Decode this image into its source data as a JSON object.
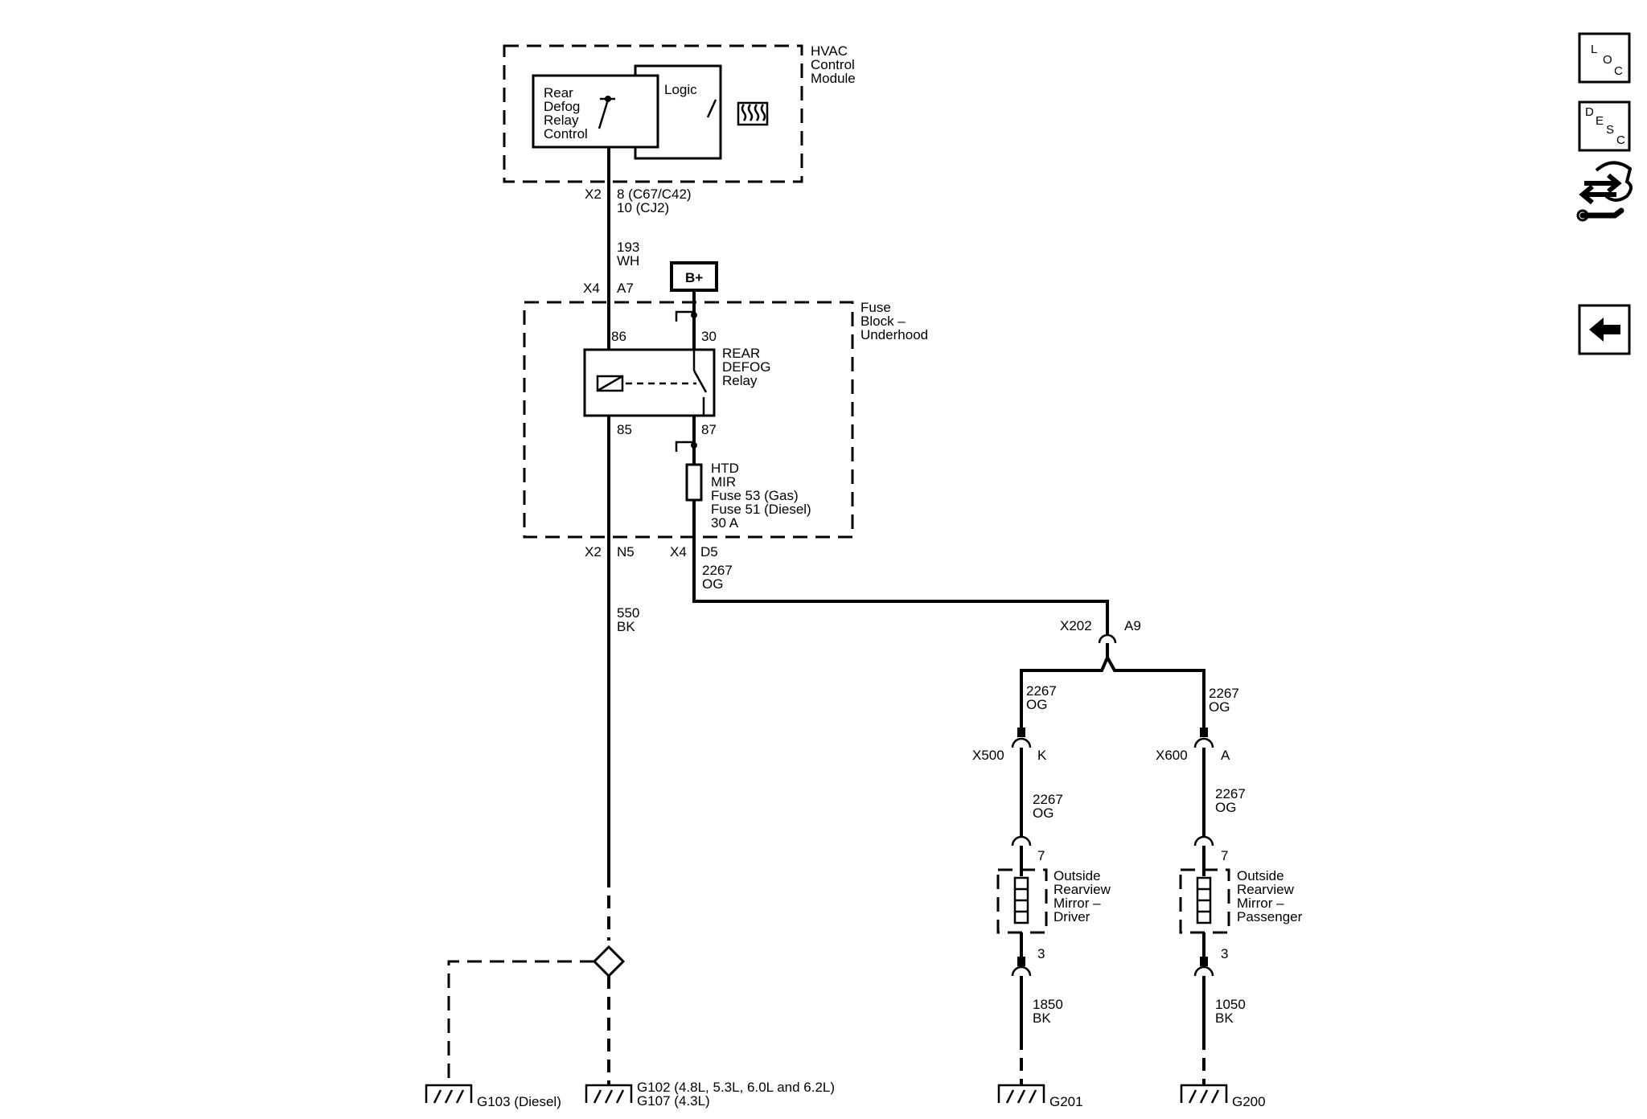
{
  "hvac_module": {
    "name_lines": [
      "HVAC",
      "Control",
      "Module"
    ],
    "relay_control_lines": [
      "Rear",
      "Defog",
      "Relay",
      "Control"
    ],
    "logic": "Logic"
  },
  "hvac_connector": {
    "name": "X2",
    "pin_lines": [
      "8 (C67/C42)",
      "10 (CJ2)"
    ]
  },
  "wire_193": {
    "circuit": "193",
    "color": "WH"
  },
  "fuse_block": {
    "name_lines": [
      "Fuse",
      "Block –",
      "Underhood"
    ],
    "conn_a7": "X4",
    "pin_a7": "A7",
    "conn_n5": "X2",
    "pin_n5": "N5",
    "conn_d5": "X4",
    "pin_d5": "D5"
  },
  "battery": {
    "label": "B+"
  },
  "relay": {
    "name_lines": [
      "REAR",
      "DEFOG",
      "Relay"
    ],
    "pin_86": "86",
    "pin_30": "30",
    "pin_85": "85",
    "pin_87": "87"
  },
  "fuse": {
    "lines": [
      "HTD",
      "MIR",
      "Fuse 53 (Gas)",
      "Fuse 51 (Diesel)",
      "30 A"
    ]
  },
  "wire_550": {
    "circuit": "550",
    "color": "BK"
  },
  "wire_2267_main": {
    "circuit": "2267",
    "color": "OG"
  },
  "x202": {
    "name": "X202",
    "pin": "A9"
  },
  "wire_2267_left_a": {
    "circuit": "2267",
    "color": "OG"
  },
  "wire_2267_right_a": {
    "circuit": "2267",
    "color": "OG"
  },
  "x500": {
    "name": "X500",
    "pin": "K"
  },
  "x600": {
    "name": "X600",
    "pin": "A"
  },
  "wire_2267_left_b": {
    "circuit": "2267",
    "color": "OG"
  },
  "wire_2267_right_b": {
    "circuit": "2267",
    "color": "OG"
  },
  "mirror_driver": {
    "pin_in": "7",
    "pin_out": "3",
    "name_lines": [
      "Outside",
      "Rearview",
      "Mirror –",
      "Driver"
    ]
  },
  "mirror_passenger": {
    "pin_in": "7",
    "pin_out": "3",
    "name_lines": [
      "Outside",
      "Rearview",
      "Mirror –",
      "Passenger"
    ]
  },
  "wire_1850": {
    "circuit": "1850",
    "color": "BK"
  },
  "wire_1050": {
    "circuit": "1050",
    "color": "BK"
  },
  "grounds": {
    "g103": "G103 (Diesel)",
    "g102_lines": [
      "G102 (4.8L, 5.3L, 6.0L and 6.2L)",
      "G107 (4.3L)"
    ],
    "g201": "G201",
    "g200": "G200"
  },
  "side_buttons": {
    "loc": {
      "l1": "L",
      "l2": "O",
      "l3": "C"
    },
    "desc": {
      "l1": "D",
      "l2": "E",
      "l3": "S",
      "l4": "C"
    }
  }
}
